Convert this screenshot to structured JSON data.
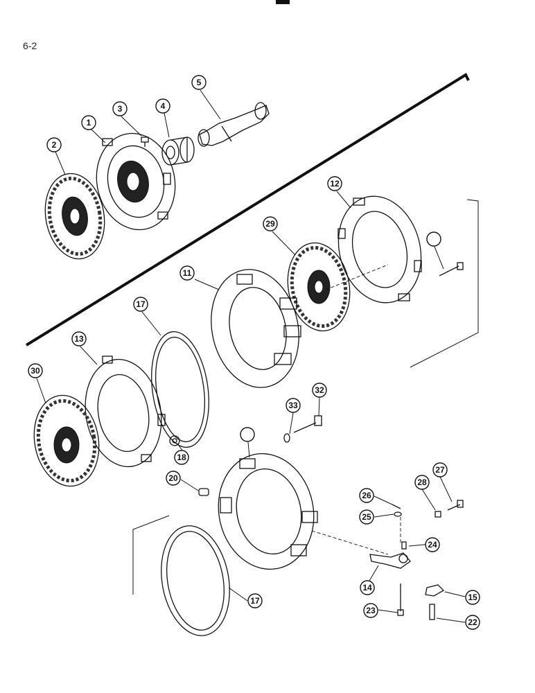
{
  "page_number": "6-2",
  "callouts": {
    "c1": "1",
    "c2": "2",
    "c3": "3",
    "c4": "4",
    "c5": "5",
    "c12": "12",
    "c29": "29",
    "c16": "",
    "c11": "11",
    "c17a": "17",
    "c13": "13",
    "c30": "30",
    "c32": "32",
    "c33": "33",
    "c19": "",
    "c18": "18",
    "c20": "20",
    "c27": "27",
    "c26": "26",
    "c28": "28",
    "c25": "25",
    "c24": "24",
    "c14": "14",
    "c15": "15",
    "c23": "23",
    "c22": "22",
    "c17b": "17"
  }
}
